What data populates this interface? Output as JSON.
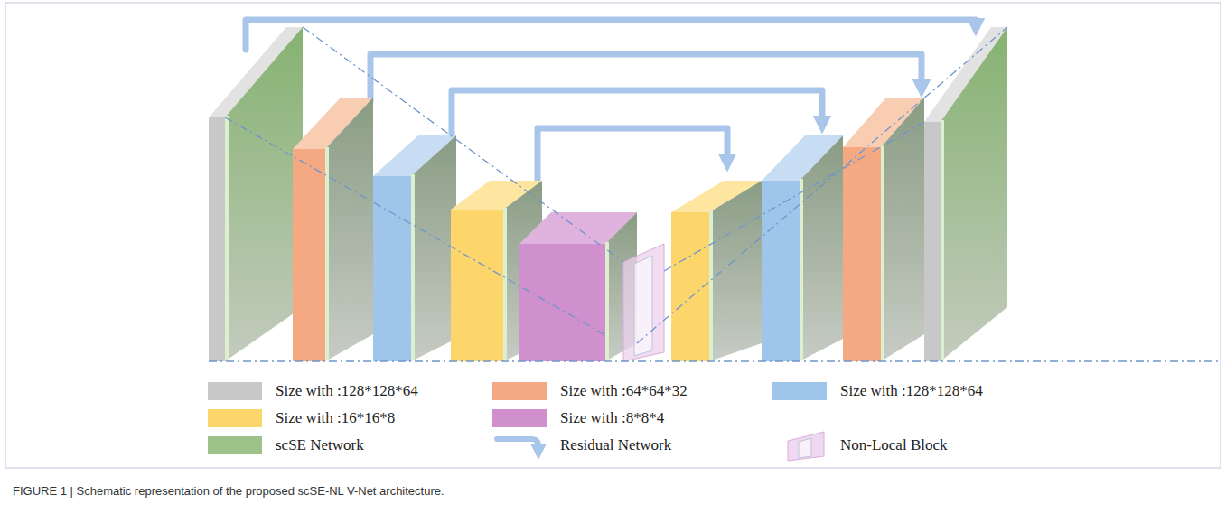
{
  "diagram": {
    "caption": "FIGURE 1 | Schematic representation of the proposed scSE-NL V-Net architecture.",
    "legend": [
      {
        "text": "Size with :128*128*64",
        "color": "#c8c8c8"
      },
      {
        "text": "Size with :64*64*32",
        "color": "#f4a983"
      },
      {
        "text": "Size with :128*128*64",
        "color": "#9fc5ea"
      },
      {
        "text": "Size with :16*16*8",
        "color": "#fdd66b"
      },
      {
        "text": "Size with :8*8*4",
        "color": "#d090ce"
      },
      {
        "text": "scSE Network",
        "color": "#9cc28a"
      },
      {
        "text": "Residual Network"
      },
      {
        "text": "Non-Local Block"
      }
    ]
  }
}
